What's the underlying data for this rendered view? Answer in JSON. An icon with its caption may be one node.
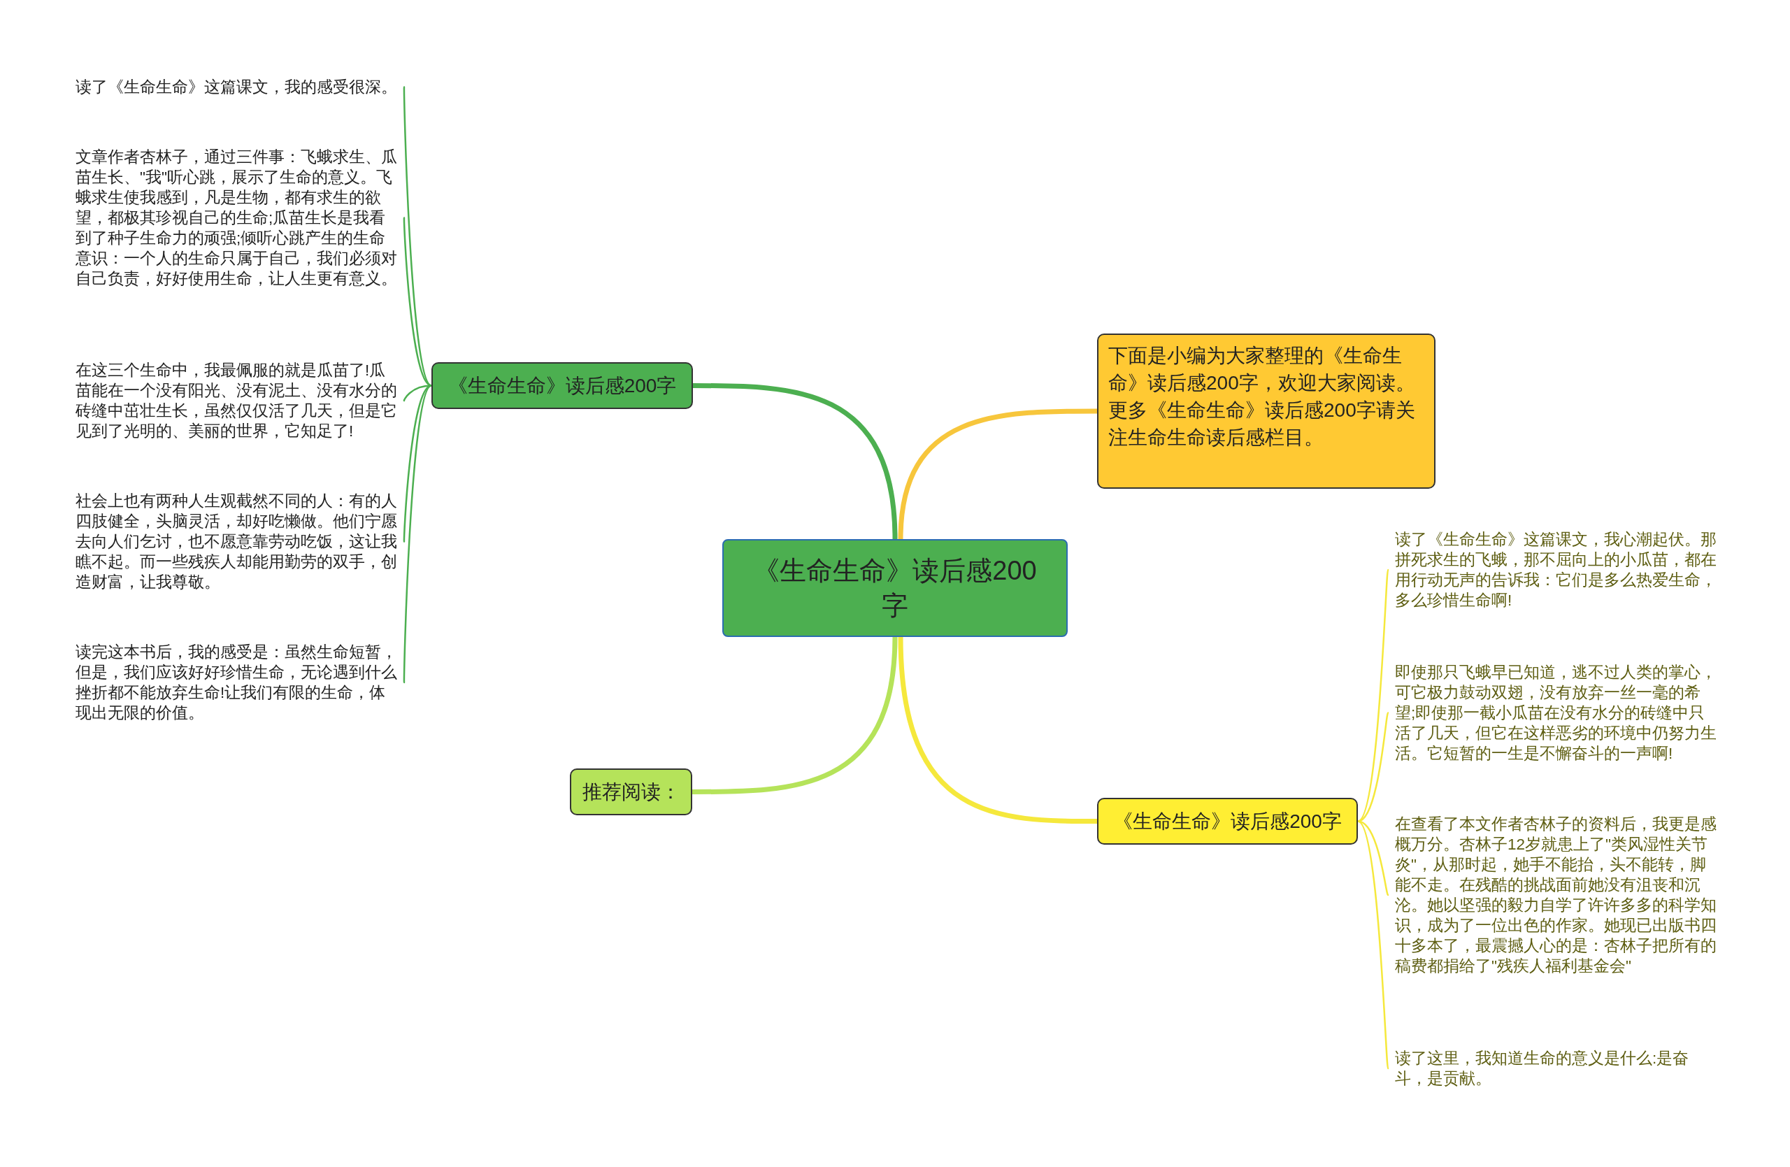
{
  "diagram": {
    "nodes": [
      {
        "text": [
          "《生命生命》读后感200字"
        ]
      },
      {
        "text": [
          "《生命生命》读后感200字"
        ]
      },
      {
        "text": [
          "读了《生命生命》这篇课文，我的感受很深。"
        ]
      },
      {
        "text": [
          "文章作者杏林子，通过三件事：飞蛾求生、瓜苗生长、\"我\"听心跳，展示了生命的意义。飞蛾求生使我感到，凡是生物，都有求生的欲望，都极其珍视自己的生命;瓜苗生长是我看到了种子生命力的顽强;倾听心跳产生的生命意识：一个人的生命只属于自己，我们必须对自己负责，好好使用生命，让人生更有意义。"
        ]
      },
      {
        "text": [
          "在这三个生命中，我最佩服的就是瓜苗了!瓜苗能在一个没有阳光、没有泥土、没有水分的砖缝中茁壮生长，虽然仅仅活了几天，但是它见到了光明的、美丽的世界，它知足了!"
        ]
      },
      {
        "text": [
          "社会上也有两种人生观截然不同的人：有的人四肢健全，头脑灵活，却好吃懒做。他们宁愿去向人们乞讨，也不愿意靠劳动吃饭，这让我瞧不起。而一些残疾人却能用勤劳的双手，创造财富，让我尊敬。"
        ]
      },
      {
        "text": [
          "读完这本书后，我的感受是：虽然生命短暂，但是，我们应该好好珍惜生命，无论遇到什么挫折都不能放弃生命!让我们有限的生命，体现出无限的价值。"
        ]
      },
      {
        "text": [
          "下面是小编为大家整理的《生命生命》读后感200字，欢迎大家阅读。更多《生命生命》读后感200字请关注生命生命读后感栏目。"
        ]
      },
      {
        "text": [
          "推荐阅读："
        ]
      },
      {
        "text": [
          "《生命生命》读后感200字"
        ]
      },
      {
        "text": [
          "读了《生命生命》这篇课文，我心潮起伏。那拼死求生的飞蛾，那不屈向上的小瓜苗，都在用行动无声的告诉我：它们是多么热爱生命，多么珍惜生命啊!"
        ]
      },
      {
        "text": [
          "即使那只飞蛾早已知道，逃不过人类的掌心，可它极力鼓动双翅，没有放弃一丝一毫的希望;即使那一截小瓜苗在没有水分的砖缝中只活了几天，但它在这样恶劣的环境中仍努力生活。它短暂的一生是不懈奋斗的一声啊!"
        ]
      },
      {
        "text": [
          "在查看了本文作者杏林子的资料后，我更是感概万分。杏林子12岁就患上了\"类风湿性关节炎\"，从那时起，她手不能抬，头不能转，脚能不走。在残酷的挑战面前她没有沮丧和沉沦。她以坚强的毅力自学了许许多多的科学知识，成为了一位出色的作家。她现已出版书四十多本了，最震撼人心的是：杏林子把所有的稿费都捐给了\"残疾人福利基金会\""
        ]
      },
      {
        "text": [
          "读了这里，我知道生命的意义是什么:是奋斗，是贡献。"
        ]
      }
    ],
    "edges": [
      {
        "from": 0,
        "to": 1,
        "arrow": "none",
        "style": "thick",
        "color": "#4caf50"
      },
      {
        "from": 1,
        "to": 2,
        "arrow": "none",
        "color": "#4caf50"
      },
      {
        "from": 1,
        "to": 3,
        "arrow": "none",
        "color": "#4caf50"
      },
      {
        "from": 1,
        "to": 4,
        "arrow": "none",
        "color": "#4caf50"
      },
      {
        "from": 1,
        "to": 5,
        "arrow": "none",
        "color": "#4caf50"
      },
      {
        "from": 1,
        "to": 6,
        "arrow": "none",
        "color": "#4caf50"
      },
      {
        "from": 0,
        "to": 7,
        "arrow": "none",
        "style": "thick",
        "color": "#f7c63c"
      },
      {
        "from": 0,
        "to": 8,
        "arrow": "none",
        "style": "thick",
        "color": "#b5e35a"
      },
      {
        "from": 0,
        "to": 9,
        "arrow": "none",
        "style": "thick",
        "color": "#f5e83c"
      },
      {
        "from": 9,
        "to": 10,
        "arrow": "none",
        "color": "#f5e83c"
      },
      {
        "from": 9,
        "to": 11,
        "arrow": "none",
        "color": "#f5e83c"
      },
      {
        "from": 9,
        "to": 12,
        "arrow": "none",
        "color": "#f5e83c"
      },
      {
        "from": 9,
        "to": 13,
        "arrow": "none",
        "color": "#f5e83c"
      }
    ]
  }
}
